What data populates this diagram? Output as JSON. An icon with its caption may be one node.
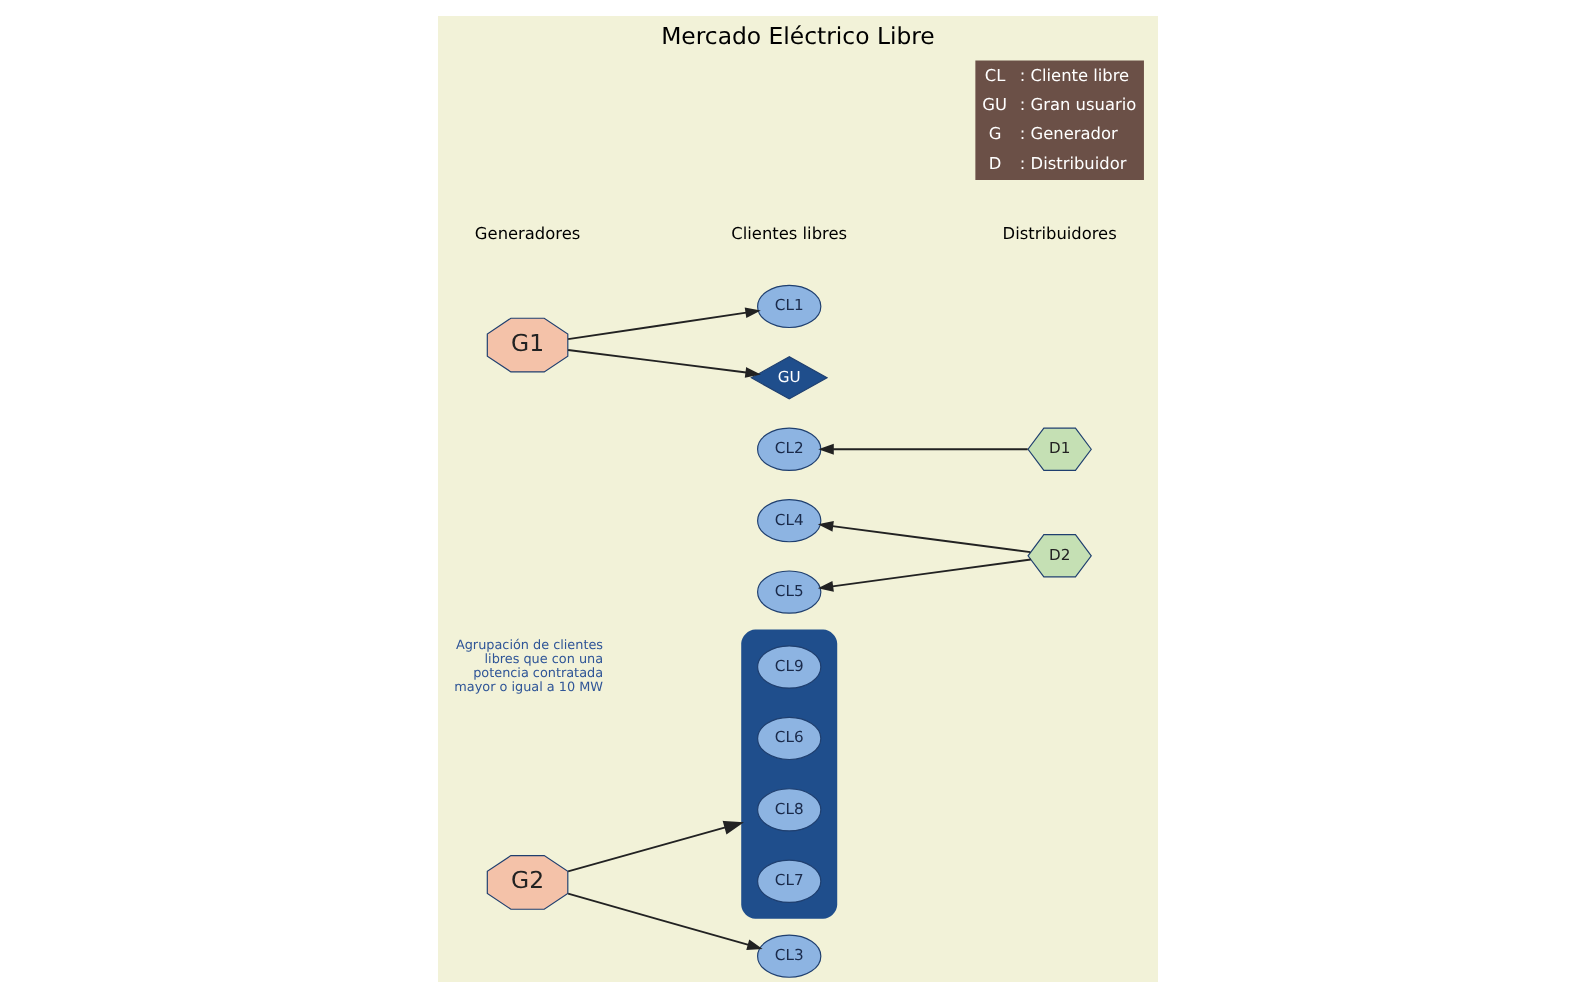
{
  "diagram": {
    "title": "Mercado Eléctrico Libre",
    "nodes": [
      {
        "text": [
          "G1"
        ]
      },
      {
        "text": [
          "G2"
        ]
      },
      {
        "text": [
          "CL1"
        ]
      },
      {
        "text": [
          "GU"
        ]
      },
      {
        "text": [
          "CL3"
        ]
      },
      {
        "text": [
          "CL2"
        ]
      },
      {
        "text": [
          "CL5"
        ]
      },
      {
        "text": [
          "CL4"
        ]
      },
      {
        "text": [
          "D1"
        ]
      },
      {
        "text": [
          "D2"
        ]
      },
      {
        "text": [],
        "shape": "ellipse"
      },
      {
        "text": [
          "CL8"
        ],
        "in": 10
      },
      {
        "text": [
          "CL6"
        ],
        "in": 10
      },
      {
        "text": [
          "CL9"
        ],
        "in": 10
      },
      {
        "text": [
          "CL7"
        ],
        "in": 10
      }
    ],
    "edges": [
      {
        "from": 0,
        "to": 2,
        "arrow": "to"
      },
      {
        "from": 0,
        "to": 3,
        "arrow": "to"
      },
      {
        "from": 1,
        "to": 4,
        "arrow": "to"
      },
      {
        "from": 1,
        "to": 10,
        "arrow": "to"
      },
      {
        "from": 8,
        "to": 5,
        "arrow": "to"
      },
      {
        "from": 9,
        "to": 6,
        "arrow": "to"
      },
      {
        "from": 9,
        "to": 7,
        "arrow": "to"
      }
    ],
    "labels": [
      "Generadores",
      "Clientes libres",
      "Distribuidores",
      "Agrupación de clientes libres que con una potencia contratada mayor o igual a 10 MW",
      "CL",
      ": Cliente libre",
      "GU",
      ": Gran usuario",
      "G",
      ": Generador",
      "D",
      ": Distribuidor"
    ]
  }
}
